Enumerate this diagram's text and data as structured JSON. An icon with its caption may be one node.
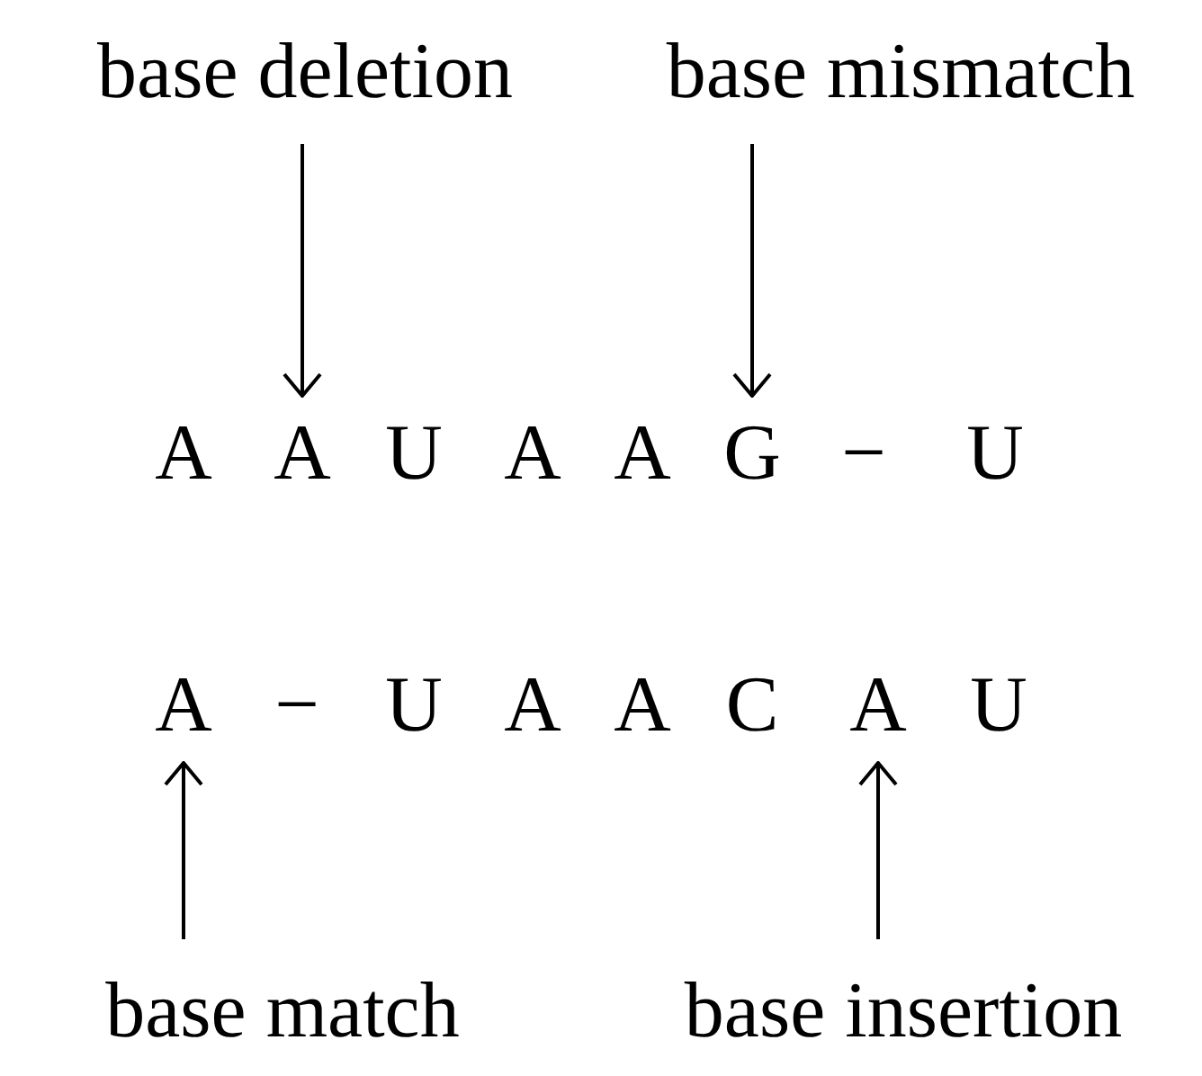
{
  "diagram": {
    "nodes": [
      {
        "text": [
          "base deletion"
        ]
      },
      {
        "text": [
          "base mismatch"
        ]
      },
      {
        "text": [
          "A"
        ]
      },
      {
        "text": [
          "A"
        ]
      },
      {
        "text": [
          "U"
        ]
      },
      {
        "text": [
          "A"
        ]
      },
      {
        "text": [
          "A"
        ]
      },
      {
        "text": [
          "G"
        ]
      },
      {
        "text": [
          "−"
        ]
      },
      {
        "text": [
          "U"
        ]
      },
      {
        "text": [
          "A"
        ]
      },
      {
        "text": [
          "−"
        ]
      },
      {
        "text": [
          "U"
        ]
      },
      {
        "text": [
          "A"
        ]
      },
      {
        "text": [
          "A"
        ]
      },
      {
        "text": [
          "C"
        ]
      },
      {
        "text": [
          "A"
        ]
      },
      {
        "text": [
          "U"
        ]
      },
      {
        "text": [
          "base match"
        ]
      },
      {
        "text": [
          "base insertion"
        ]
      }
    ],
    "edges": [
      {
        "from": 0,
        "to": 3,
        "arrow": "to"
      },
      {
        "from": 1,
        "to": 7,
        "arrow": "to"
      },
      {
        "from": 18,
        "to": 10,
        "arrow": "to"
      },
      {
        "from": 19,
        "to": 16,
        "arrow": "to"
      }
    ]
  }
}
